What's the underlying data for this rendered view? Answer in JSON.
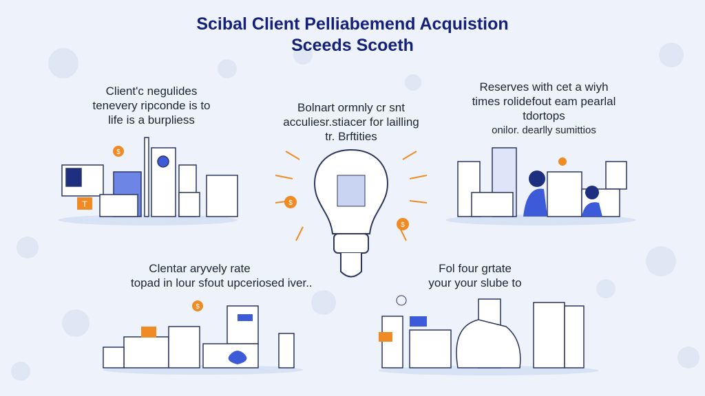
{
  "title": {
    "line1": "Scibal Client Pelliabemend Acquistion",
    "line2": "Sceeds Scoeth"
  },
  "sections": [
    {
      "id": "top-left",
      "lines": [
        "Client'c negulides",
        "tenevery ripconde is to",
        "life is a burpliess"
      ]
    },
    {
      "id": "center",
      "lines": [
        "Bolnart ormnly cr snt",
        "acculiesr.stiacer for lailling",
        "tr. Brftities"
      ]
    },
    {
      "id": "top-right",
      "lines": [
        "Reserves with cet a wiyh",
        "times rolidefout eam pearlal",
        "tdortops",
        "onilor. dearlly sumittios"
      ]
    },
    {
      "id": "bottom-left",
      "lines": [
        "Clentar aryvely rate",
        "topad in lour sfout upceriosed iver.."
      ]
    },
    {
      "id": "bottom-right",
      "lines": [
        "Fol four grtate",
        "your your slube to"
      ]
    }
  ],
  "icons": {
    "coin_symbol": "$",
    "tile_letter": "T"
  },
  "colors": {
    "title": "#14207a",
    "accent_blue": "#3d5bd9",
    "accent_orange": "#f08a24",
    "line": "#2a3560",
    "background": "#eef3fb"
  }
}
